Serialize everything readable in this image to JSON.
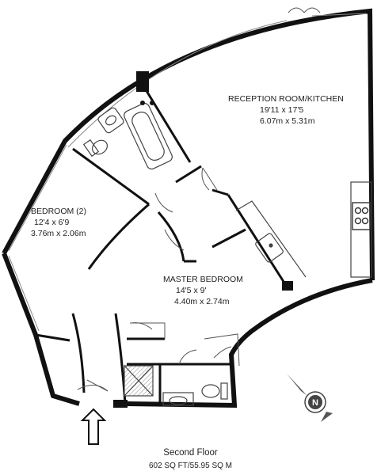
{
  "rooms": {
    "reception": {
      "name": "RECEPTION ROOM/KITCHEN",
      "imperial": "19'11 x 17'5",
      "metric": "6.07m x 5.31m"
    },
    "bedroom2": {
      "name": "BEDROOM (2)",
      "imperial": "12'4 x 6'9",
      "metric": "3.76m x 2.06m"
    },
    "master": {
      "name": "MASTER BEDROOM",
      "imperial": "14'5 x 9'",
      "metric": "4.40m x 2.74m"
    }
  },
  "compass": {
    "letter": "N"
  },
  "footer": {
    "floor": "Second Floor",
    "area": "602 SQ FT/55.95 SQ M"
  }
}
